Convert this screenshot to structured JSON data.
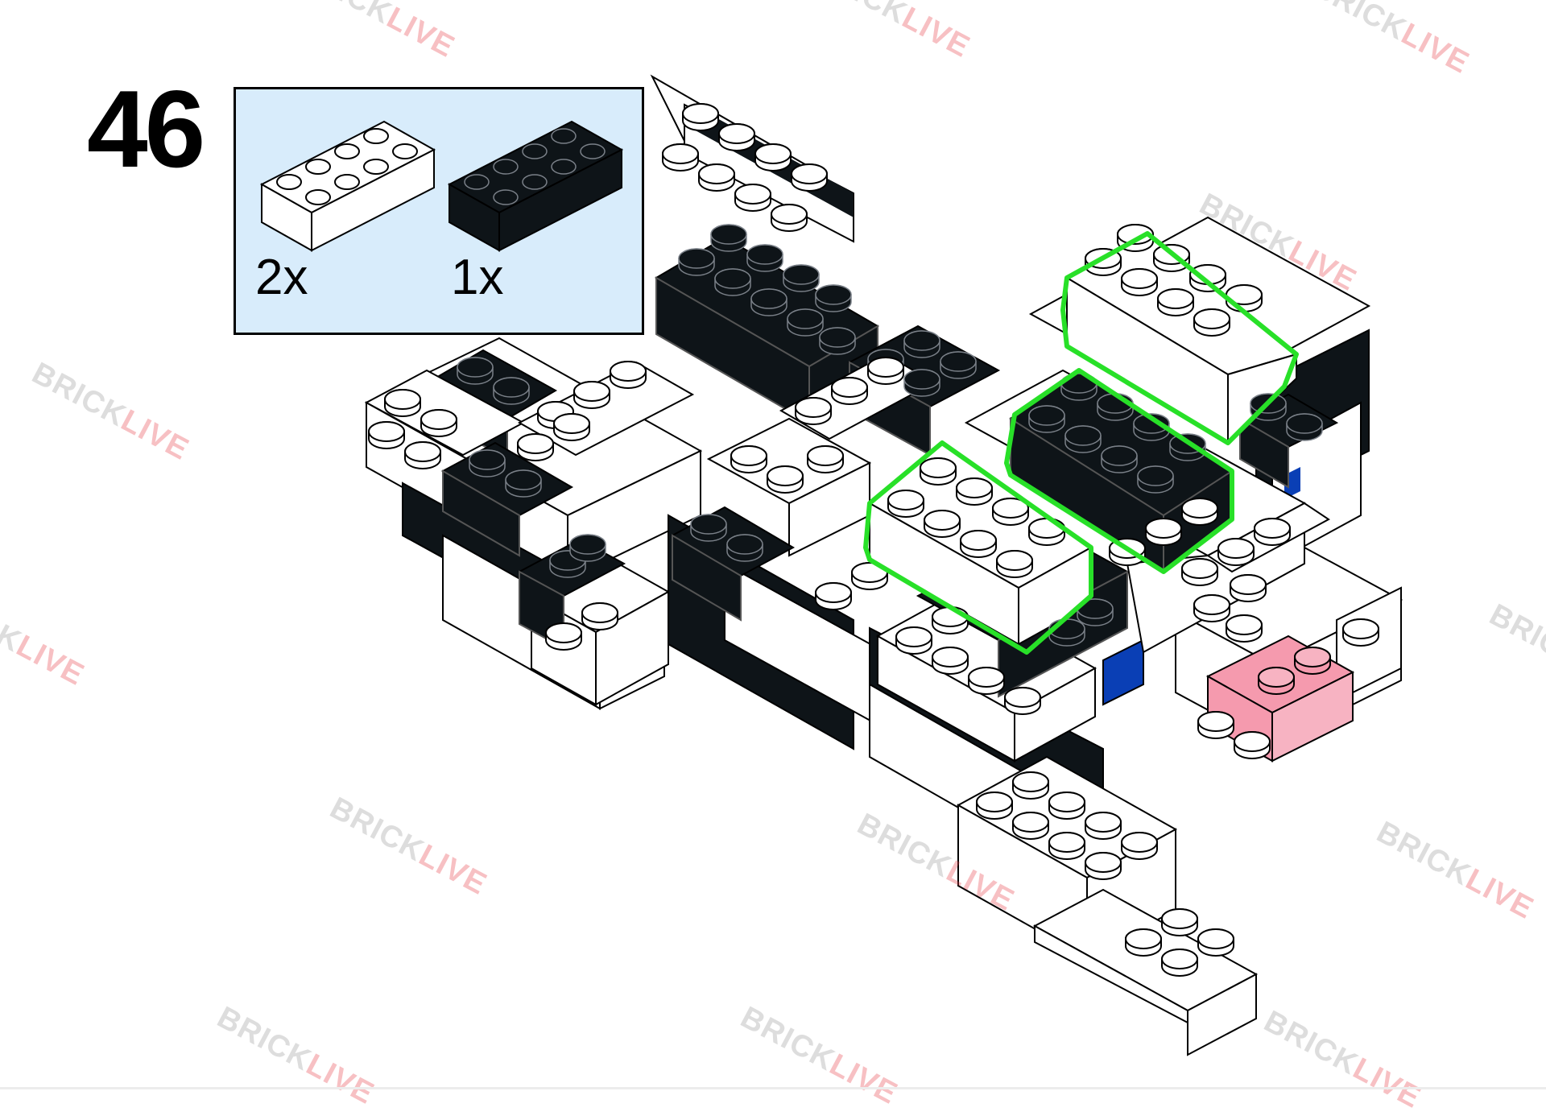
{
  "step": {
    "number": "46"
  },
  "parts": [
    {
      "name": "white-2x4-brick",
      "quantity": "2x",
      "color": "#ffffff"
    },
    {
      "name": "black-2x4-brick",
      "quantity": "1x",
      "color": "#0e1418"
    }
  ],
  "colors": {
    "callout_background": "#d8ecfb",
    "highlight_outline": "#28e028",
    "brick_white": "#ffffff",
    "brick_black": "#0e1418",
    "brick_blue": "#0a3fb5",
    "brick_pink": "#f59aae",
    "watermark_gray": "#9a9a9a",
    "watermark_red": "#e8434d"
  },
  "watermark": {
    "part1": "BRICK",
    "part2": "LIVE"
  }
}
